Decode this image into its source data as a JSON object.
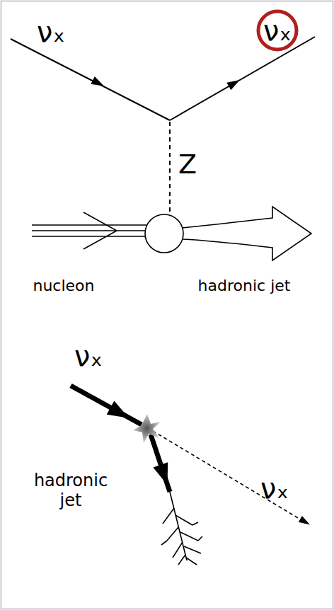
{
  "diagram": {
    "nodes": [
      {
        "text": [
          "νₓ"
        ]
      }
    ],
    "labels": [
      "νₓ",
      "Z",
      "nucleon",
      "hadronic jet",
      "νₓ",
      "hadronic jet",
      "νₓ"
    ]
  }
}
